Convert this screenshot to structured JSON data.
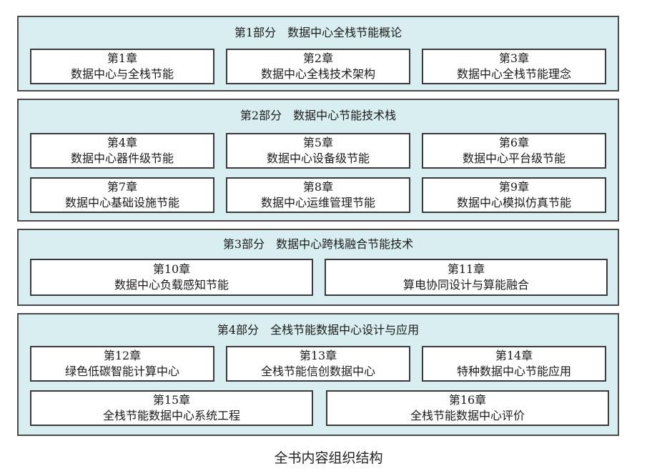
{
  "parts": [
    {
      "title": "第1部分　数据中心全栈节能概论",
      "chapters": [
        {
          "num": "第1章",
          "title": "数据中心与全栈节能"
        },
        {
          "num": "第2章",
          "title": "数据中心全栈技术架构"
        },
        {
          "num": "第3章",
          "title": "数据中心全栈节能理念"
        }
      ]
    },
    {
      "title": "第2部分　数据中心节能技术栈",
      "chapters": [
        {
          "num": "第4章",
          "title": "数据中心器件级节能"
        },
        {
          "num": "第5章",
          "title": "数据中心设备级节能"
        },
        {
          "num": "第6章",
          "title": "数据中心平台级节能"
        },
        {
          "num": "第7章",
          "title": "数据中心基础设施节能"
        },
        {
          "num": "第8章",
          "title": "数据中心运维管理节能"
        },
        {
          "num": "第9章",
          "title": "数据中心模拟仿真节能"
        }
      ]
    },
    {
      "title": "第3部分　数据中心跨栈融合节能技术",
      "chapters": [
        {
          "num": "第10章",
          "title": "数据中心负载感知节能"
        },
        {
          "num": "第11章",
          "title": "算电协同设计与算能融合"
        }
      ]
    },
    {
      "title": "第4部分　全栈节能数据中心设计与应用",
      "chapters": [
        {
          "num": "第12章",
          "title": "绿色低碳智能计算中心"
        },
        {
          "num": "第13章",
          "title": "全栈节能信创数据中心"
        },
        {
          "num": "第14章",
          "title": "特种数据中心节能应用"
        },
        {
          "num": "第15章",
          "title": "全栈节能数据中心系统工程"
        },
        {
          "num": "第16章",
          "title": "全栈节能数据中心评价"
        }
      ]
    }
  ],
  "caption": "全书内容组织结构",
  "colors": {
    "part_fill": "#d9eef0",
    "border": "#3a3a3a",
    "chapter_fill": "#ffffff"
  }
}
